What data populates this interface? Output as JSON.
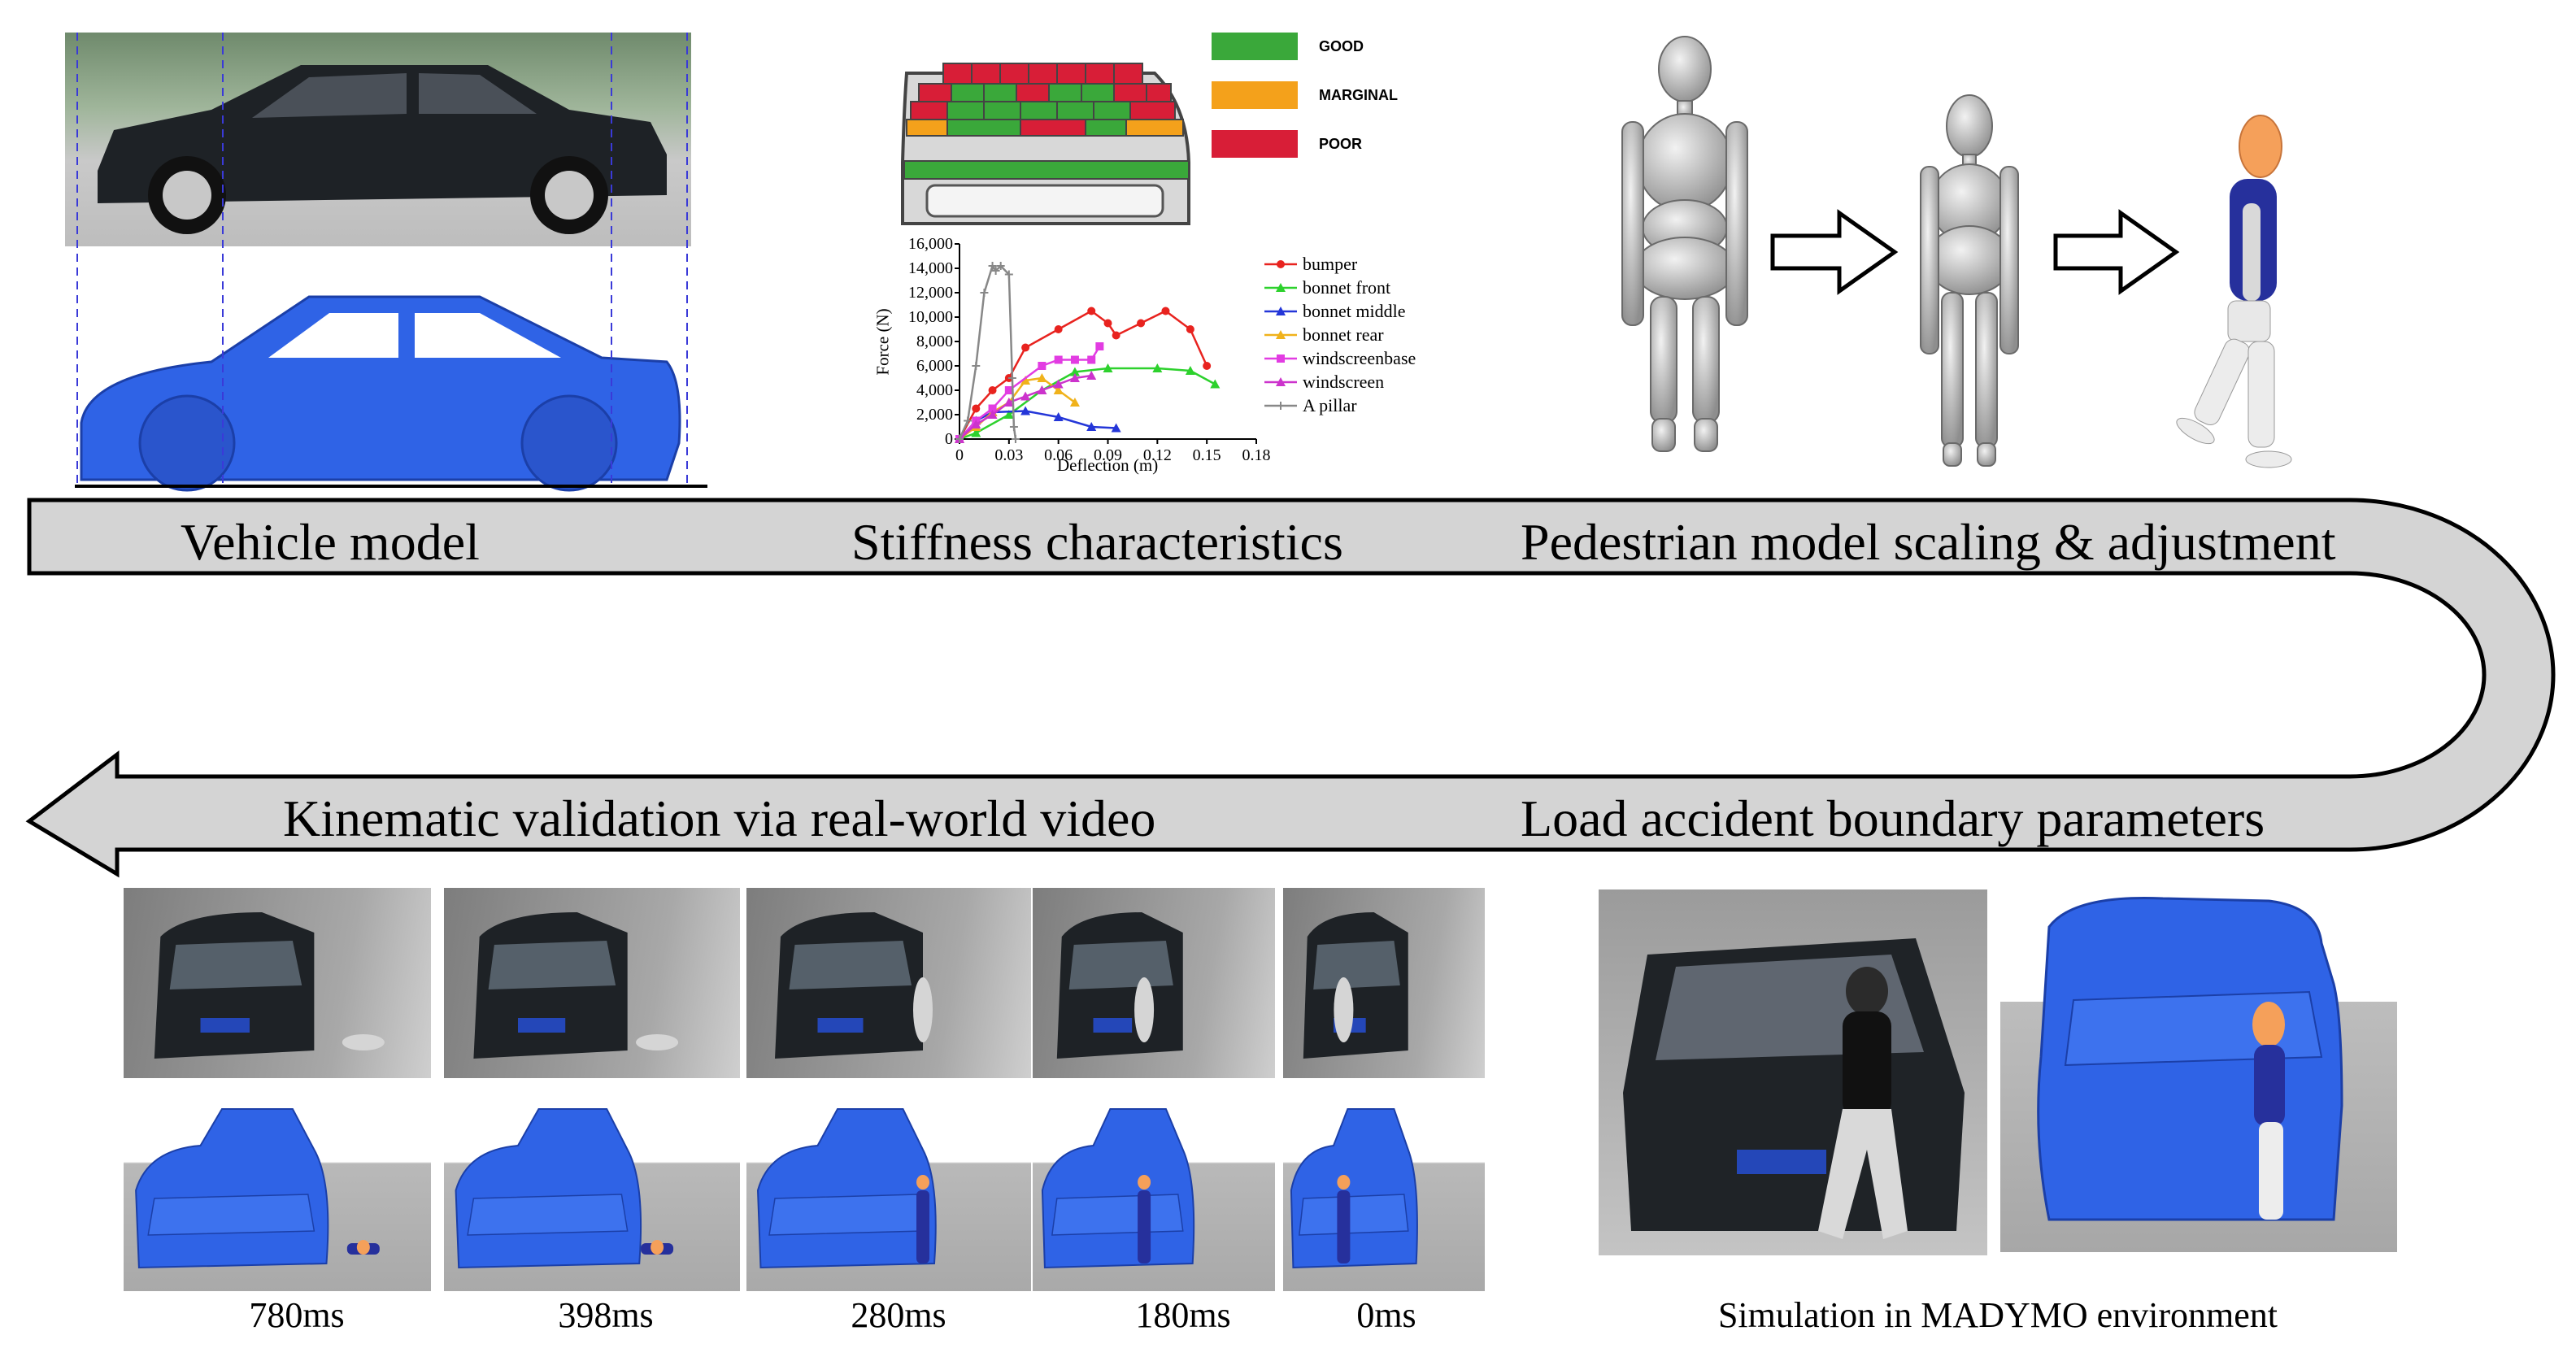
{
  "stages": {
    "vehicle_model": "Vehicle model",
    "stiffness": "Stiffness characteristics",
    "pedestrian_scaling": "Pedestrian model scaling & adjustment",
    "kinematic_validation": "Kinematic validation via real-world video",
    "load_boundary": "Load accident boundary parameters"
  },
  "ratings": [
    {
      "label": "GOOD",
      "color": "#3aa83a"
    },
    {
      "label": "MARGINAL",
      "color": "#f4a11b"
    },
    {
      "label": "POOR",
      "color": "#d81e37"
    }
  ],
  "timeline_labels": [
    "780ms",
    "398ms",
    "280ms",
    "180ms",
    "0ms"
  ],
  "simulation_caption": "Simulation in MADYMO environment",
  "colors": {
    "model_blue": "#2f63e6",
    "arrow_fill": "#d4d4d4",
    "car_black": "#1e2226"
  },
  "chart_data": {
    "type": "line",
    "xlabel": "Deflection (m)",
    "ylabel": "Force (N)",
    "xlim": [
      0,
      0.18
    ],
    "ylim": [
      0,
      16000
    ],
    "x_ticks": [
      "0",
      "0.03",
      "0.06",
      "0.09",
      "0.12",
      "0.15",
      "0.18"
    ],
    "y_ticks": [
      "0",
      "2,000",
      "4,000",
      "6,000",
      "8,000",
      "10,000",
      "12,000",
      "14,000",
      "16,000"
    ],
    "legend_position": "right",
    "series": [
      {
        "name": "bumper",
        "color": "#e8231f",
        "marker": "circle",
        "points": [
          [
            0,
            0
          ],
          [
            0.01,
            2500
          ],
          [
            0.02,
            4000
          ],
          [
            0.03,
            5000
          ],
          [
            0.04,
            7500
          ],
          [
            0.06,
            9000
          ],
          [
            0.08,
            10500
          ],
          [
            0.09,
            9500
          ],
          [
            0.095,
            8500
          ],
          [
            0.11,
            9500
          ],
          [
            0.125,
            10500
          ],
          [
            0.14,
            9000
          ],
          [
            0.15,
            6000
          ]
        ]
      },
      {
        "name": "bonnet front",
        "color": "#2dd12d",
        "marker": "triangle",
        "points": [
          [
            0,
            0
          ],
          [
            0.01,
            500
          ],
          [
            0.03,
            2000
          ],
          [
            0.05,
            4000
          ],
          [
            0.07,
            5500
          ],
          [
            0.09,
            5800
          ],
          [
            0.12,
            5800
          ],
          [
            0.14,
            5600
          ],
          [
            0.155,
            4500
          ]
        ]
      },
      {
        "name": "bonnet middle",
        "color": "#2436d8",
        "marker": "triangle",
        "points": [
          [
            0,
            0
          ],
          [
            0.01,
            1500
          ],
          [
            0.02,
            2200
          ],
          [
            0.04,
            2300
          ],
          [
            0.06,
            1800
          ],
          [
            0.08,
            1000
          ],
          [
            0.095,
            900
          ]
        ]
      },
      {
        "name": "bonnet rear",
        "color": "#f0b21b",
        "marker": "triangle",
        "points": [
          [
            0,
            0
          ],
          [
            0.01,
            1000
          ],
          [
            0.02,
            2200
          ],
          [
            0.03,
            3000
          ],
          [
            0.04,
            4800
          ],
          [
            0.05,
            5000
          ],
          [
            0.06,
            4000
          ],
          [
            0.07,
            3000
          ]
        ]
      },
      {
        "name": "windscreenbase",
        "color": "#e23ce2",
        "marker": "square",
        "points": [
          [
            0,
            0
          ],
          [
            0.01,
            1500
          ],
          [
            0.02,
            2500
          ],
          [
            0.03,
            4000
          ],
          [
            0.05,
            6000
          ],
          [
            0.06,
            6500
          ],
          [
            0.07,
            6500
          ],
          [
            0.08,
            6500
          ],
          [
            0.085,
            7600
          ]
        ]
      },
      {
        "name": "windscreen",
        "color": "#cc33cc",
        "marker": "triangle",
        "points": [
          [
            0,
            0
          ],
          [
            0.01,
            1200
          ],
          [
            0.02,
            2000
          ],
          [
            0.03,
            3000
          ],
          [
            0.04,
            3500
          ],
          [
            0.05,
            4000
          ],
          [
            0.06,
            4500
          ],
          [
            0.07,
            5000
          ],
          [
            0.08,
            5200
          ]
        ]
      },
      {
        "name": "A pillar",
        "color": "#888888",
        "marker": "plus",
        "points": [
          [
            0,
            0
          ],
          [
            0.005,
            1500
          ],
          [
            0.01,
            6000
          ],
          [
            0.015,
            12000
          ],
          [
            0.02,
            14200
          ],
          [
            0.022,
            13800
          ],
          [
            0.025,
            14200
          ],
          [
            0.03,
            13500
          ],
          [
            0.032,
            5000
          ],
          [
            0.033,
            1000
          ],
          [
            0.034,
            0
          ]
        ]
      }
    ]
  }
}
